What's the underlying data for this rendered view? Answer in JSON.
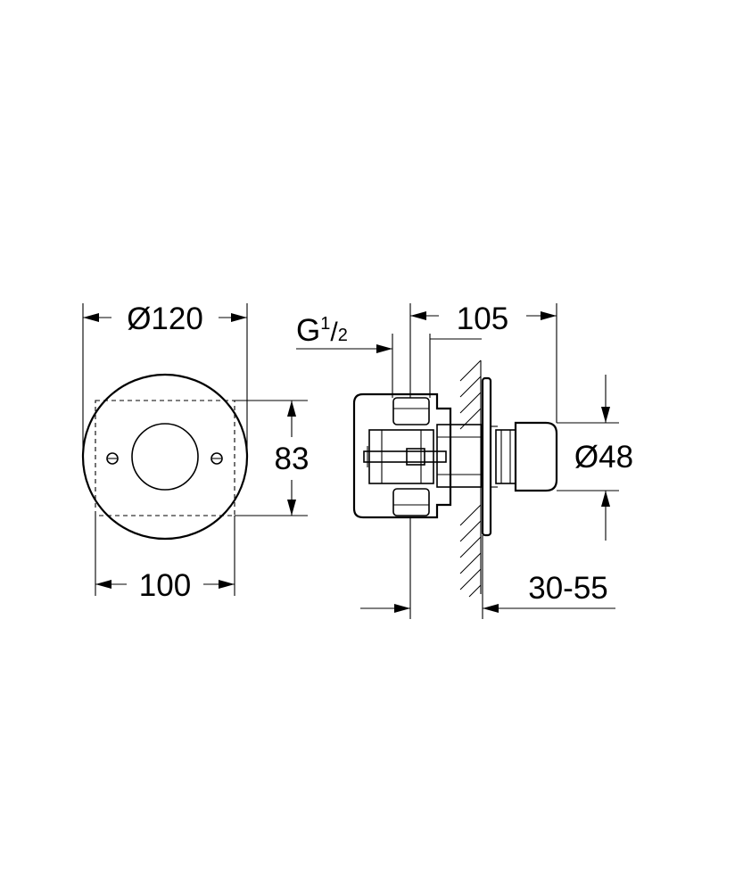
{
  "front_view": {
    "outer_diameter_label": "Ø120",
    "height_label": "83",
    "width_label": "100"
  },
  "side_view": {
    "thread_label_prefix": "G",
    "thread_label_num": "1",
    "thread_label_sep": "/",
    "thread_label_den": "2",
    "depth_label": "105",
    "knob_diameter_label": "Ø48",
    "wall_range_label": "30-55"
  }
}
